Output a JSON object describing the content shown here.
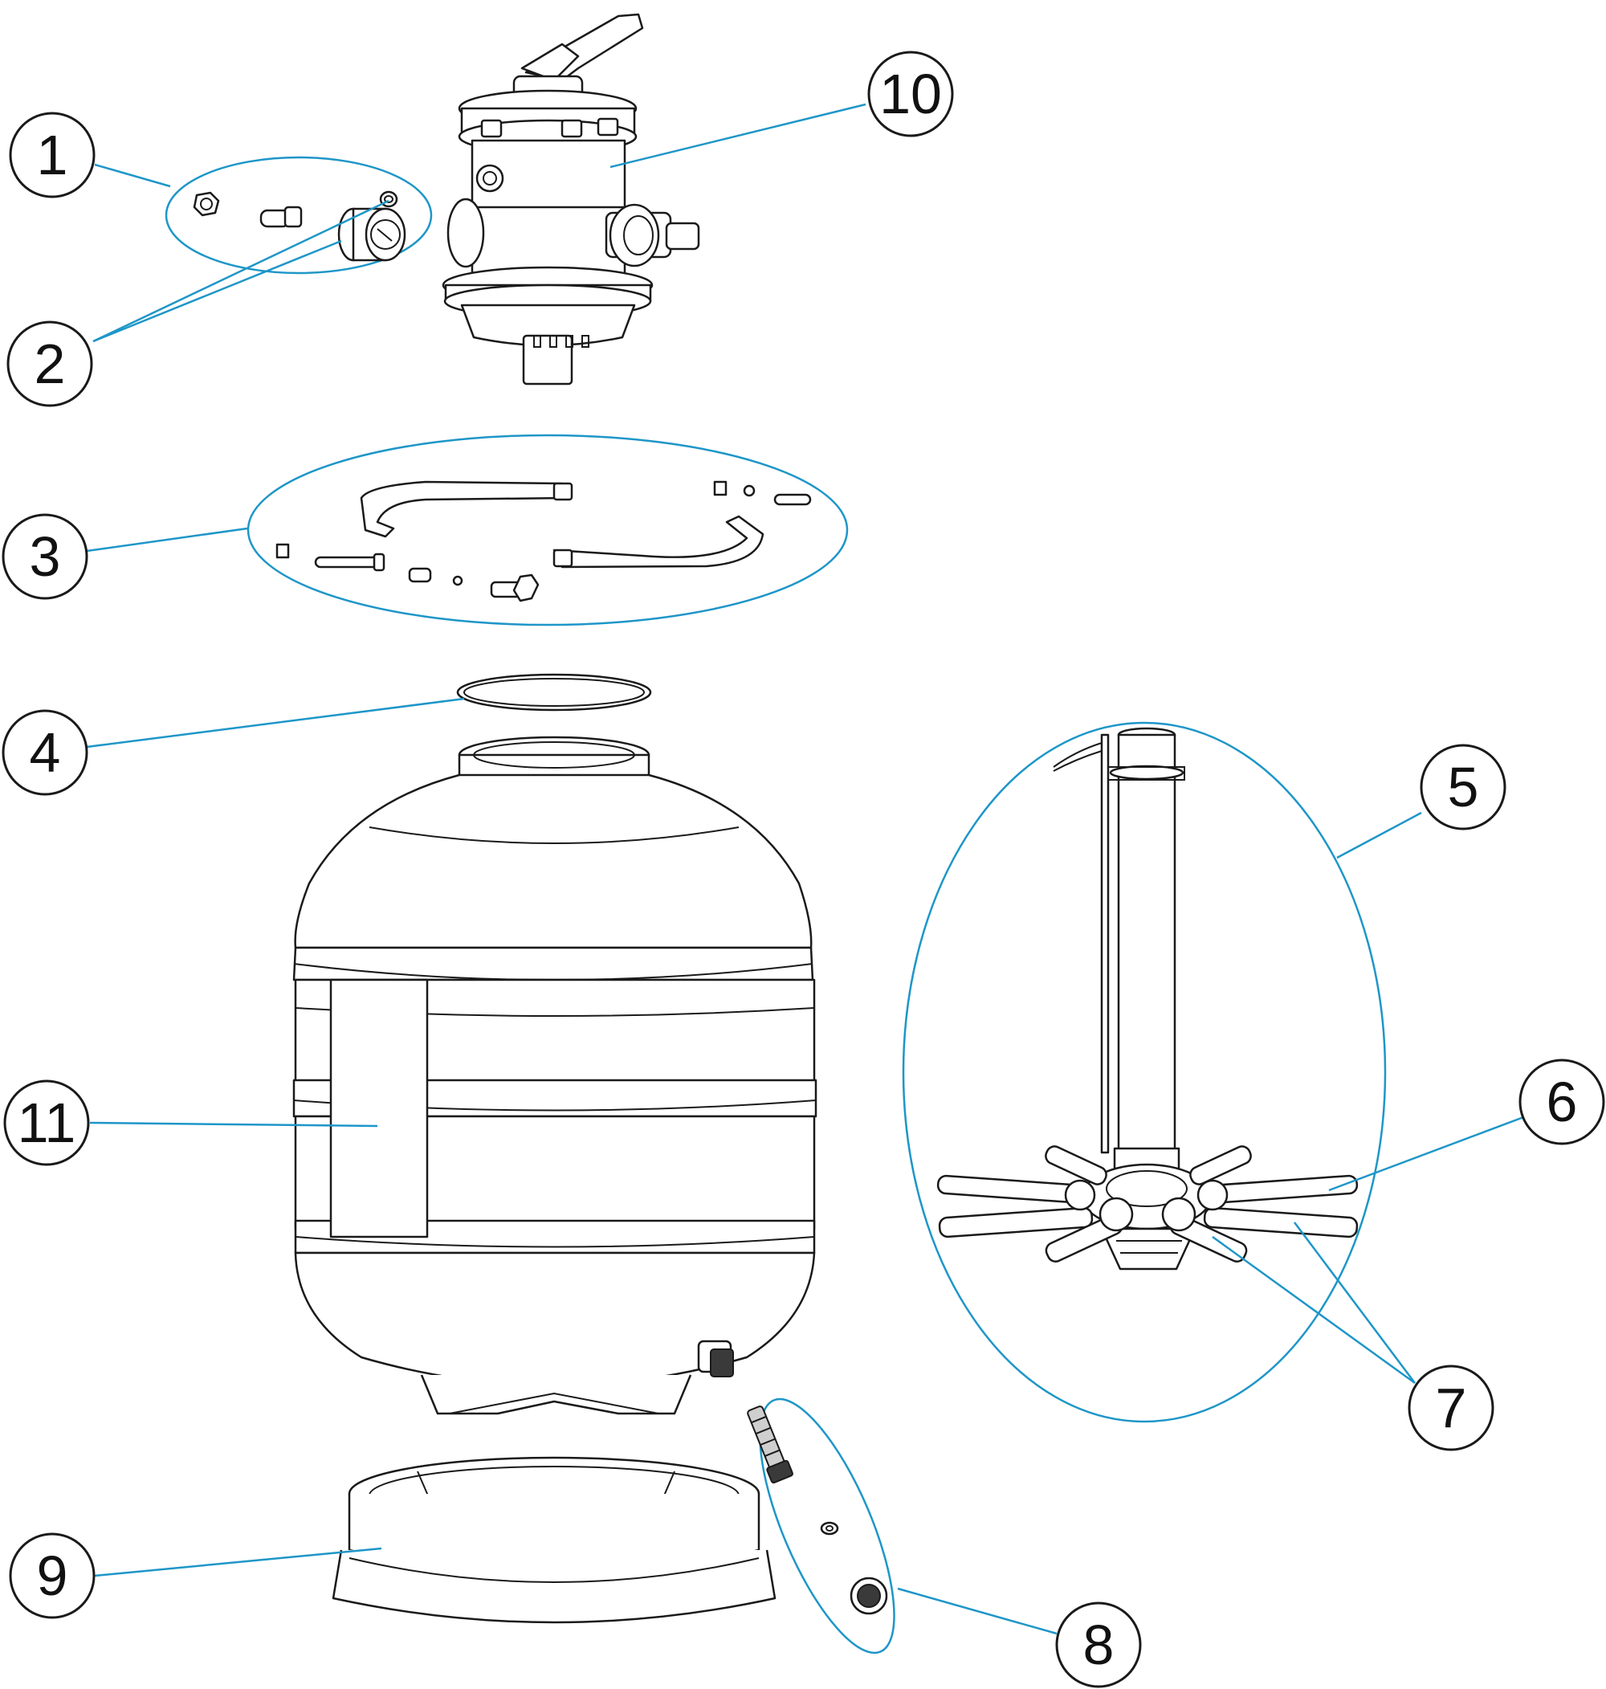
{
  "callouts": [
    {
      "id": "c1",
      "label": "1"
    },
    {
      "id": "c2",
      "label": "2"
    },
    {
      "id": "c3",
      "label": "3"
    },
    {
      "id": "c4",
      "label": "4"
    },
    {
      "id": "c5",
      "label": "5"
    },
    {
      "id": "c6",
      "label": "6"
    },
    {
      "id": "c7",
      "label": "7"
    },
    {
      "id": "c8",
      "label": "8"
    },
    {
      "id": "c9",
      "label": "9"
    },
    {
      "id": "c10",
      "label": "10"
    },
    {
      "id": "c11",
      "label": "11"
    }
  ],
  "colors": {
    "leader": "#1e96c8",
    "outline": "#1a1a1a",
    "background": "#ffffff"
  }
}
